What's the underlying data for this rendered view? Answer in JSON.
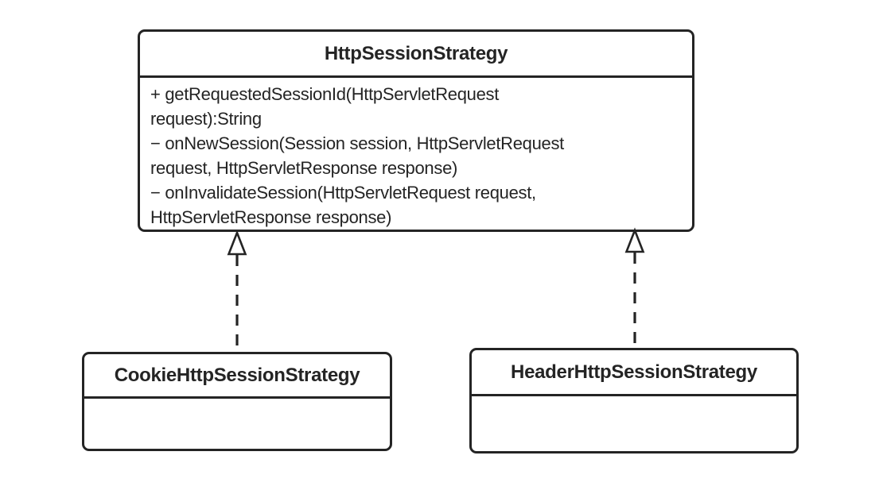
{
  "diagram": {
    "type": "uml-class-diagram",
    "background_color": "#ffffff",
    "stroke_color": "#242424",
    "parent_class": {
      "name": "HttpSessionStrategy",
      "methods": [
        "+ getRequestedSessionId(HttpServletRequest request):String",
        "− onNewSession(Session session, HttpServletRequest request, HttpServletResponse response)",
        "− onInvalidateSession(HttpServletRequest request, HttpServletResponse response)"
      ],
      "method_lines": [
        "+ getRequestedSessionId(HttpServletRequest",
        "request):String",
        "− onNewSession(Session session, HttpServletRequest",
        "request, HttpServletResponse response)",
        "− onInvalidateSession(HttpServletRequest request,",
        "HttpServletResponse response)"
      ]
    },
    "child_classes": [
      {
        "name": "CookieHttpSessionStrategy",
        "methods": []
      },
      {
        "name": "HeaderHttpSessionStrategy",
        "methods": []
      }
    ],
    "relationships": [
      {
        "from": "CookieHttpSessionStrategy",
        "to": "HttpSessionStrategy",
        "type": "realization",
        "line_style": "dashed",
        "arrowhead": "hollow-triangle-up"
      },
      {
        "from": "HeaderHttpSessionStrategy",
        "to": "HttpSessionStrategy",
        "type": "realization",
        "line_style": "dashed",
        "arrowhead": "hollow-triangle-up"
      }
    ]
  }
}
